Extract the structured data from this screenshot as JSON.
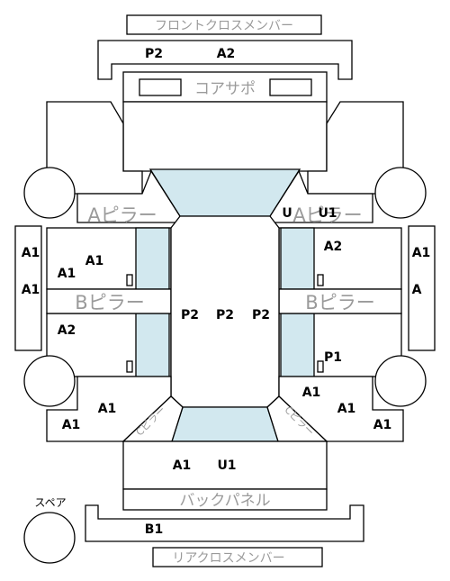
{
  "parts": {
    "front_cross_member": "フロントクロスメンバー",
    "core_support": "コアサポ",
    "a_pillar_left": "Aピラー",
    "a_pillar_right": "Aピラー",
    "b_pillar_left": "Bピラー",
    "b_pillar_right": "Bピラー",
    "back_panel": "バックパネル",
    "rear_cross_member": "リアクロスメンバー",
    "spare": "スペア",
    "rear_pillar_left": "Cピラー",
    "rear_pillar_right": "Cピラー"
  },
  "codes": {
    "front_cross_p2": "P2",
    "front_cross_a2": "A2",
    "a_pillar_right_u": "U",
    "a_pillar_right_u1": "U1",
    "left_side_outer_top": "A1",
    "left_side_outer_bottom": "A1",
    "left_front_door_a1_lower": "A1",
    "left_front_door_a1_upper": "A1",
    "left_rear_door": "A2",
    "right_side_outer_top": "A1",
    "right_side_outer_bottom": "A",
    "right_front_door": "A2",
    "right_rear_door": "P1",
    "roof_left": "P2",
    "roof_center": "P2",
    "roof_right": "P2",
    "left_rear_fender_upper": "A1",
    "left_rear_fender_lower": "A1",
    "right_rear_fender_upper": "A1",
    "right_rear_fender_mid": "A1",
    "right_rear_fender_lower": "A1",
    "trunk_a1": "A1",
    "trunk_u1": "U1",
    "rear_cross_b1": "B1"
  }
}
